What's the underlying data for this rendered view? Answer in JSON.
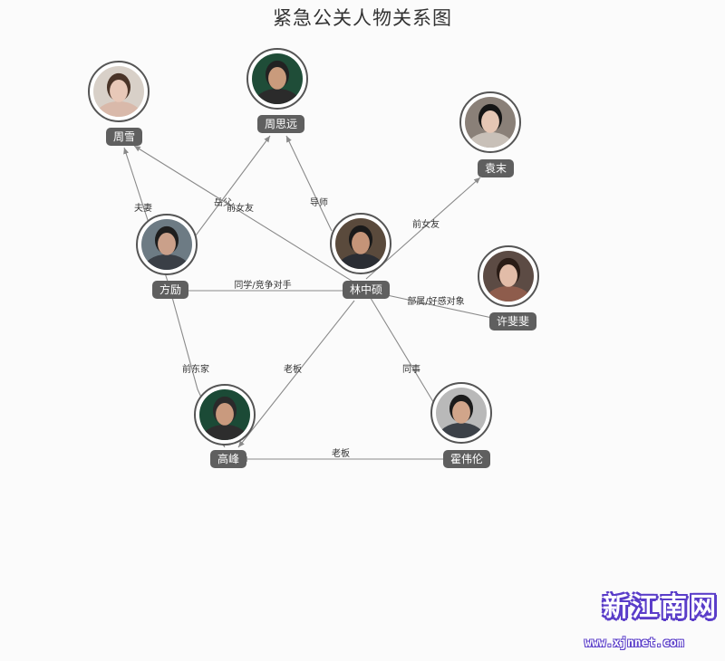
{
  "title": "紧急公关人物关系图",
  "nodes": [
    {
      "id": "zhouxue",
      "name": "周雪",
      "skin": "#e8c8b8",
      "bg": "#d8d0c8",
      "hair": "#4a3428",
      "suit": "#d9b9aa"
    },
    {
      "id": "zhousiyuan",
      "name": "周思远",
      "skin": "#c99b7c",
      "bg": "#1f4d38",
      "hair": "#222222",
      "suit": "#2b2b2b"
    },
    {
      "id": "yuanmo",
      "name": "袁末",
      "skin": "#e5c6b4",
      "bg": "#8a8078",
      "hair": "#151515",
      "suit": "#c8c0b8"
    },
    {
      "id": "fangli",
      "name": "方励",
      "skin": "#caa08a",
      "bg": "#6d7b84",
      "hair": "#1e1e1e",
      "suit": "#3a3f46"
    },
    {
      "id": "linzhongshuo",
      "name": "林中硕",
      "skin": "#c49478",
      "bg": "#5a4a3c",
      "hair": "#1a1a1a",
      "suit": "#2a2d33"
    },
    {
      "id": "xuweiwei",
      "name": "许斐斐",
      "skin": "#e2bca8",
      "bg": "#5c4b44",
      "hair": "#2a1c16",
      "suit": "#8e5c4c"
    },
    {
      "id": "gaofeng",
      "name": "高峰",
      "skin": "#c99a7e",
      "bg": "#1b4a36",
      "hair": "#2a2a2a",
      "suit": "#2d2d2d"
    },
    {
      "id": "huoweilun",
      "name": "霍伟伦",
      "skin": "#d1a58a",
      "bg": "#b9b9b9",
      "hair": "#1b1b1b",
      "suit": "#3c4148"
    }
  ],
  "edges": [
    {
      "label": "夫妻"
    },
    {
      "label": "岳父"
    },
    {
      "label": "前女友"
    },
    {
      "label": "导师"
    },
    {
      "label": "前女友"
    },
    {
      "label": "同学/竞争对手"
    },
    {
      "label": "部属/好感对象"
    },
    {
      "label": "前东家"
    },
    {
      "label": "老板"
    },
    {
      "label": "同事"
    },
    {
      "label": "老板"
    }
  ],
  "watermark": {
    "brand": "新江南网",
    "url": "www.xjnnet.com"
  }
}
